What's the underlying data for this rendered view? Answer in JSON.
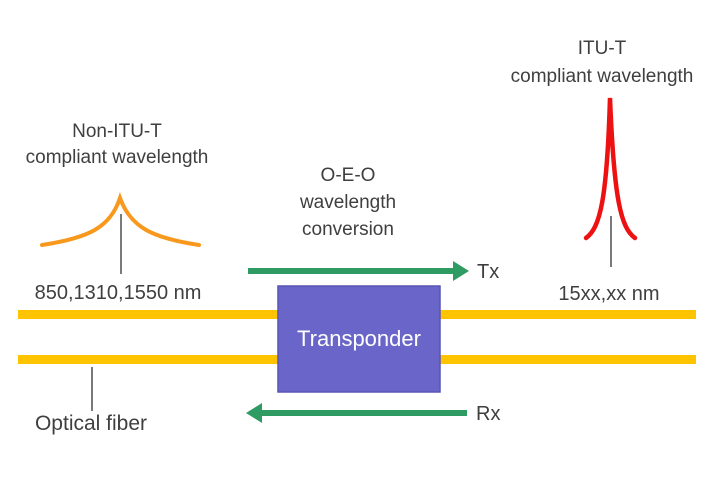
{
  "labels": {
    "non_itu": {
      "line1": "Non-ITU-T",
      "line2": "compliant wavelength"
    },
    "itu": {
      "line1": "ITU-T",
      "line2": "compliant wavelength"
    },
    "oeo": {
      "line1": "O-E-O",
      "line2": "wavelength",
      "line3": "conversion"
    },
    "non_itu_wavelengths": "850,1310,1550 nm",
    "itu_wavelength": "15xx,xx nm",
    "tx": "Tx",
    "rx": "Rx",
    "optical_fiber": "Optical fiber",
    "transponder": "Transponder"
  },
  "colors": {
    "fiber_yellow": "#FFC400",
    "arrow_green": "#2E9B63",
    "non_itu_orange": "#F8981D",
    "itu_red": "#EE1111",
    "transponder_fill": "#6A66C9",
    "transponder_border": "#5955B5",
    "connector_gray": "#7A7A7A",
    "text_gray": "#3F3F3F"
  }
}
